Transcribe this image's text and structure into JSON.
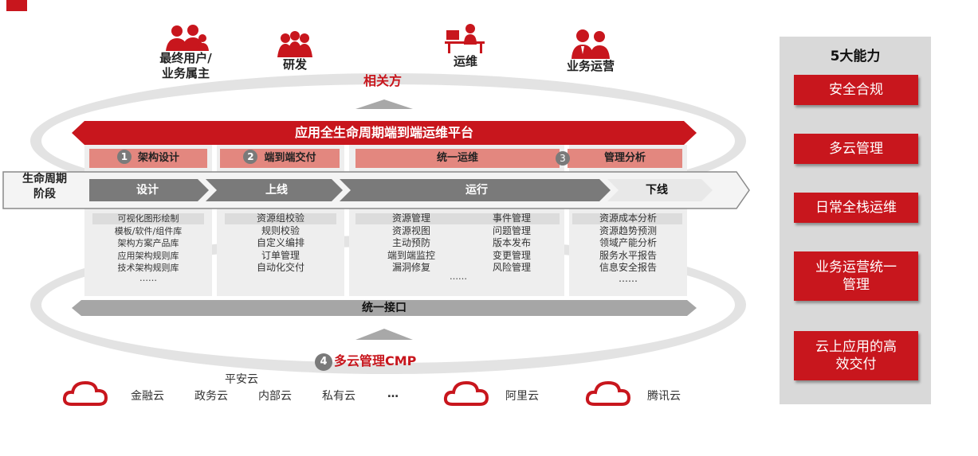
{
  "stakeholders": {
    "roles": [
      "最终用户/\n业务属主",
      "研发",
      "运维",
      "业务运营"
    ],
    "related_label": "相关方",
    "icons": [
      "users-group-icon",
      "developers-icon",
      "operator-desk-icon",
      "business-people-icon"
    ]
  },
  "platform": {
    "title": "应用全生命周期端到端运维平台"
  },
  "capabilities": [
    {
      "num": "1",
      "label": "架构设计"
    },
    {
      "num": "2",
      "label": "端到端交付"
    },
    {
      "num": "",
      "label": "统一运维"
    },
    {
      "num": "3",
      "label": "管理分析"
    }
  ],
  "lifecycle": {
    "label": "生命周期\n阶段",
    "stages": [
      "设计",
      "上线",
      "运行",
      "下线"
    ]
  },
  "lists": {
    "design": [
      "可视化图形绘制",
      "模板/软件/组件库",
      "架构方案产品库",
      "应用架构规则库",
      "技术架构规则库",
      "……"
    ],
    "delivery": [
      "资源组校验",
      "规则校验",
      "自定义编排",
      "订单管理",
      "自动化交付"
    ],
    "ops_left": [
      "资源管理",
      "资源视图",
      "主动预防",
      "端到端监控",
      "漏洞修复"
    ],
    "ops_right": [
      "事件管理",
      "问题管理",
      "版本发布",
      "变更管理",
      "风险管理"
    ],
    "ops_more": "……",
    "analysis": [
      "资源成本分析",
      "资源趋势预测",
      "领域产能分析",
      "服务水平报告",
      "信息安全报告",
      "……"
    ]
  },
  "interface": {
    "label": "统一接口"
  },
  "cmp": {
    "num": "4",
    "label": "多云管理CMP"
  },
  "clouds": {
    "private": [
      "金融云",
      "政务云",
      "内部云",
      "私有云",
      "…"
    ],
    "pingan": "平安云",
    "public": [
      "阿里云",
      "腾讯云"
    ]
  },
  "capability_panel": {
    "title": "5大能力",
    "items": [
      "安全合规",
      "多云管理",
      "日常全栈运维",
      "业务运营统一\n管理",
      "云上应用的高\n效交付"
    ]
  },
  "colors": {
    "brand_red": "#c8161d",
    "cap_pink": "#e3877f",
    "stage_gray": "#7a7a7a",
    "ring_gray": "#e3e3e3"
  }
}
